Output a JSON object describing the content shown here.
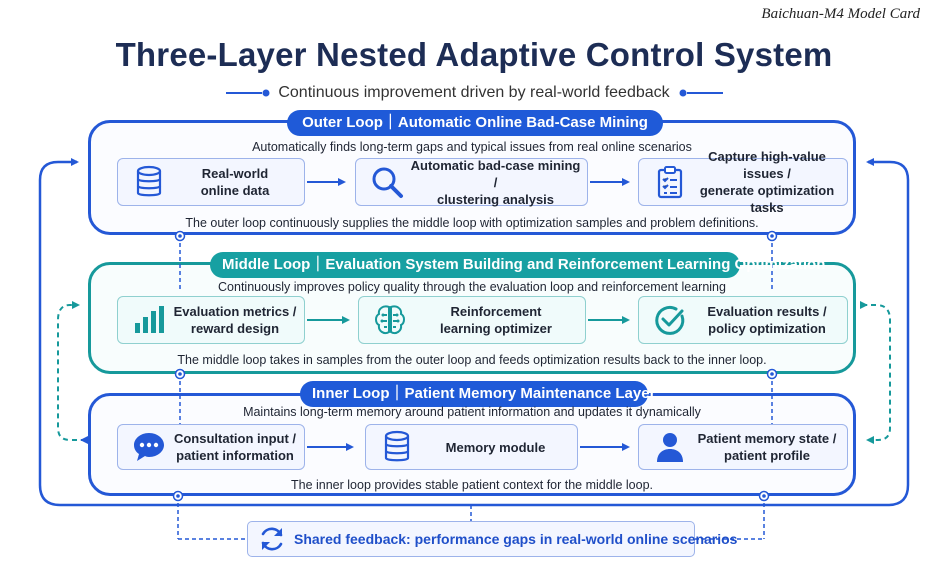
{
  "header": {
    "model_card": "Baichuan-M4 Model Card"
  },
  "title": "Three-Layer Nested Adaptive Control System",
  "subtitle": "Continuous improvement driven by real-world feedback",
  "colors": {
    "blue": "#2458d6",
    "teal": "#16999b",
    "navy": "#1d2d55"
  },
  "outer": {
    "title": "Outer Loop｜Automatic Online Bad-Case Mining",
    "description": "Automatically finds long-term gaps and typical issues from real online scenarios",
    "steps": [
      {
        "label_line1": "Real-world",
        "label_line2": "online data",
        "icon": "database-icon"
      },
      {
        "label_line1": "Automatic bad-case mining /",
        "label_line2": "clustering analysis",
        "icon": "magnifier-icon"
      },
      {
        "label_line1": "Capture high-value issues /",
        "label_line2": "generate optimization tasks",
        "icon": "clipboard-checklist-icon"
      }
    ],
    "footer": "The outer loop continuously supplies the middle loop with optimization samples and problem definitions."
  },
  "middle": {
    "title": "Middle Loop｜Evaluation System Building and Reinforcement Learning Optimization",
    "description": "Continuously improves policy quality through the evaluation loop and reinforcement learning",
    "steps": [
      {
        "label_line1": "Evaluation metrics /",
        "label_line2": "reward design",
        "icon": "bar-chart-icon"
      },
      {
        "label_line1": "Reinforcement",
        "label_line2": "learning optimizer",
        "icon": "brain-circuit-icon"
      },
      {
        "label_line1": "Evaluation results /",
        "label_line2": "policy optimization",
        "icon": "check-circle-icon"
      }
    ],
    "footer": "The middle loop takes in samples from the outer loop and feeds optimization results back to the inner loop."
  },
  "inner": {
    "title": "Inner Loop｜Patient Memory Maintenance Layer",
    "description": "Maintains long-term memory around patient information and updates it dynamically",
    "steps": [
      {
        "label_line1": "Consultation input /",
        "label_line2": "patient information",
        "icon": "chat-bubble-icon"
      },
      {
        "label_line1": "Memory module",
        "label_line2": "",
        "icon": "database-icon"
      },
      {
        "label_line1": "Patient memory state /",
        "label_line2": "patient profile",
        "icon": "patient-person-icon"
      }
    ],
    "footer": "The inner loop provides stable patient context for the middle loop."
  },
  "shared_feedback": {
    "label": "Shared feedback:  performance gaps in real-world online scenarios",
    "icon": "refresh-cycle-icon"
  }
}
